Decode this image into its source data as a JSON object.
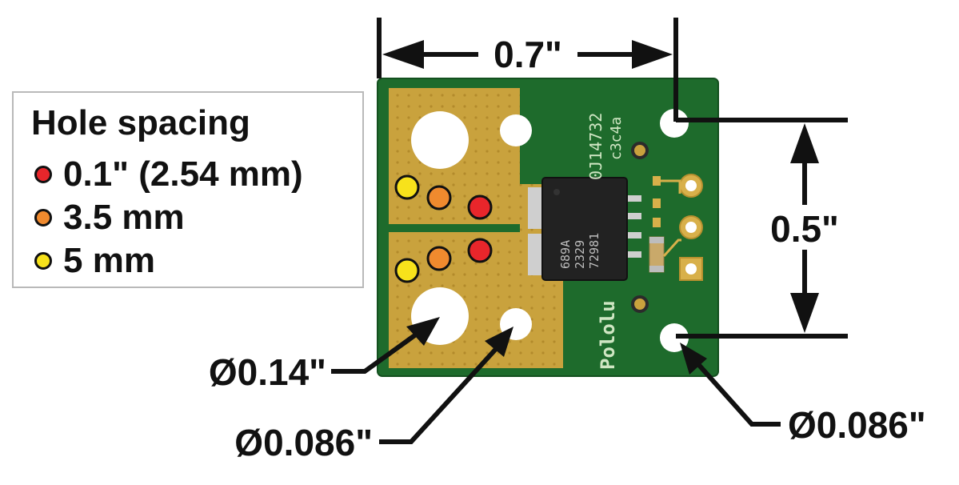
{
  "legend": {
    "title": "Hole spacing",
    "items": [
      {
        "label": "0.1\" (2.54 mm)",
        "color": "#e8262b"
      },
      {
        "label": "3.5 mm",
        "color": "#f08a2e"
      },
      {
        "label": "5 mm",
        "color": "#f7e21b"
      }
    ]
  },
  "dimensions": {
    "width": "0.7\"",
    "height": "0.5\"",
    "large_hole": "Ø0.14\"",
    "small_hole": "Ø0.086\"",
    "mount_hole": "Ø0.086\""
  },
  "board": {
    "part_number": "0J14732",
    "batch_code": "c3c4a",
    "brand": "Pololu",
    "ic_lines": [
      "72981",
      "2329",
      "689A"
    ]
  },
  "colors": {
    "pcb": "#1e6b2c",
    "copper": "#c9a23d",
    "dimension": "#111111"
  }
}
